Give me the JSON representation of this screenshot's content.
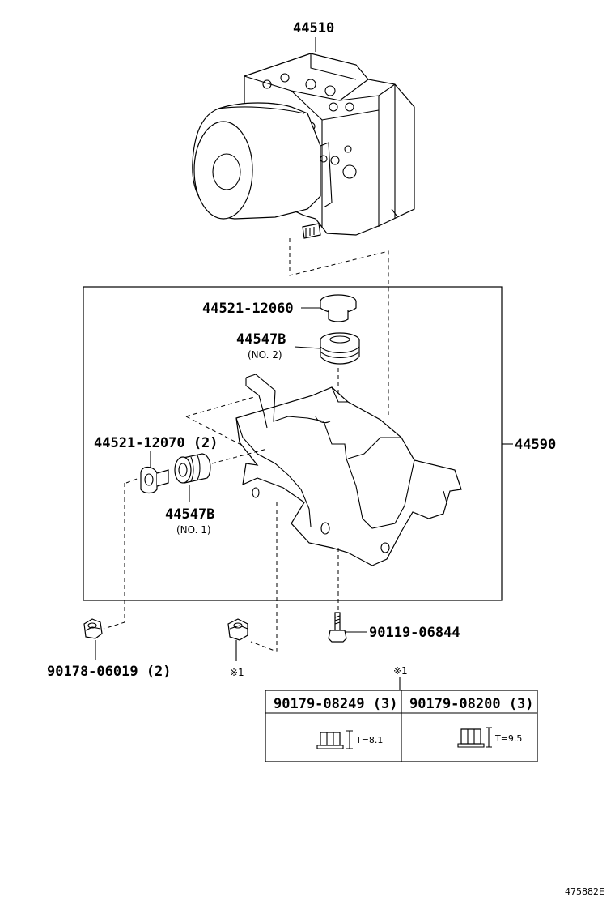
{
  "labels": {
    "actuator": "44510",
    "bracket_assy": "44590",
    "cushion_top": "44521-12060",
    "grommet_top": "44547B",
    "grommet_top_note": "(NO. 2)",
    "cushion_side": "44521-12070 (2)",
    "grommet_side": "44547B",
    "grommet_side_note": "(NO. 1)",
    "bolt": "90119-06844",
    "nut_left": "90178-06019 (2)",
    "nut_mark": "※1",
    "table_mark": "※1"
  },
  "table": {
    "headers": [
      "90179-08249 (3)",
      "90179-08200 (3)"
    ],
    "dims": [
      "T=8.1",
      "T=9.5"
    ]
  },
  "footer": {
    "code": "475882E"
  }
}
